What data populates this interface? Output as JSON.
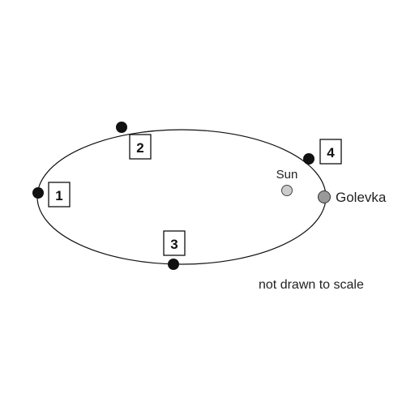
{
  "diagram": {
    "positions": [
      {
        "number": "1"
      },
      {
        "number": "2"
      },
      {
        "number": "3"
      },
      {
        "number": "4"
      }
    ],
    "sun_label": "Sun",
    "comet_label": "Golevka",
    "note": "not drawn to scale",
    "colors": {
      "orbit": "#111111",
      "position_dot": "#111111",
      "sun_fill": "#cccccc",
      "comet_fill": "#999999",
      "box_border": "#111111"
    }
  }
}
